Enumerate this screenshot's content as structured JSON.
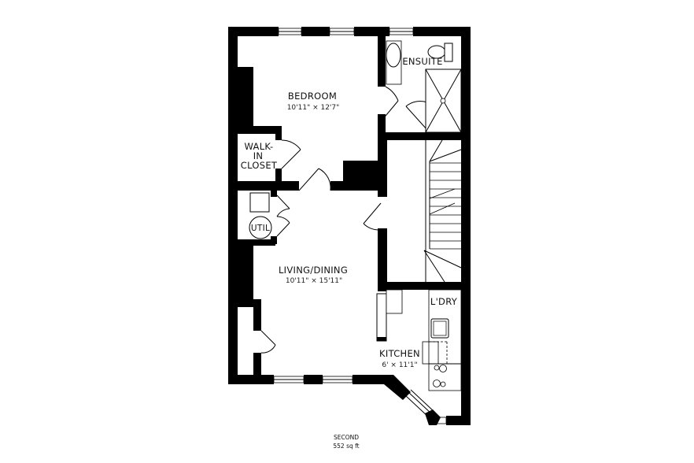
{
  "plan": {
    "floor_name": "SECOND",
    "area": "552 sq ft",
    "rooms": [
      {
        "name": "BEDROOM",
        "dims": "10'11\" × 12'7\""
      },
      {
        "name": "ENSUITE",
        "dims": ""
      },
      {
        "name_lines": [
          "WALK-",
          "IN",
          "CLOSET"
        ]
      },
      {
        "name": "UTIL",
        "dims": ""
      },
      {
        "name": "LIVING/DINING",
        "dims": "10'11\" × 15'11\""
      },
      {
        "name": "L'DRY",
        "dims": ""
      },
      {
        "name": "KITCHEN",
        "dims": "6' × 11'1\""
      }
    ]
  },
  "colors": {
    "wall": "#000000",
    "background": "#ffffff"
  }
}
